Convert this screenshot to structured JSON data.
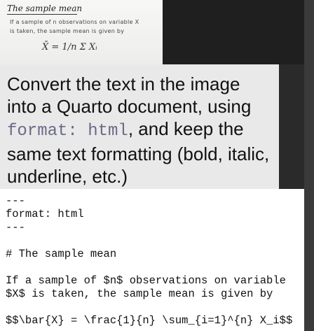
{
  "photo": {
    "title": "The sample mean",
    "line1": "If a sample of n observations on variable X",
    "line2": "is taken, the sample mean is given by",
    "formula": "X̄ = 1/n Σ Xᵢ"
  },
  "prompt": {
    "part1": "Convert the text in the image into a Quarto document, using ",
    "code": "format: html",
    "part2": ", and keep the same text formatting (bold, italic, underline, etc.)"
  },
  "code": {
    "lines": [
      "---",
      "format: html",
      "---",
      "",
      "# The sample mean",
      "",
      "If a sample of $n$ observations on variable",
      "$X$ is taken, the sample mean is given by",
      "",
      "$$\\bar{X} = \\frac{1}{n} \\sum_{i=1}^{n} X_i$$"
    ]
  }
}
